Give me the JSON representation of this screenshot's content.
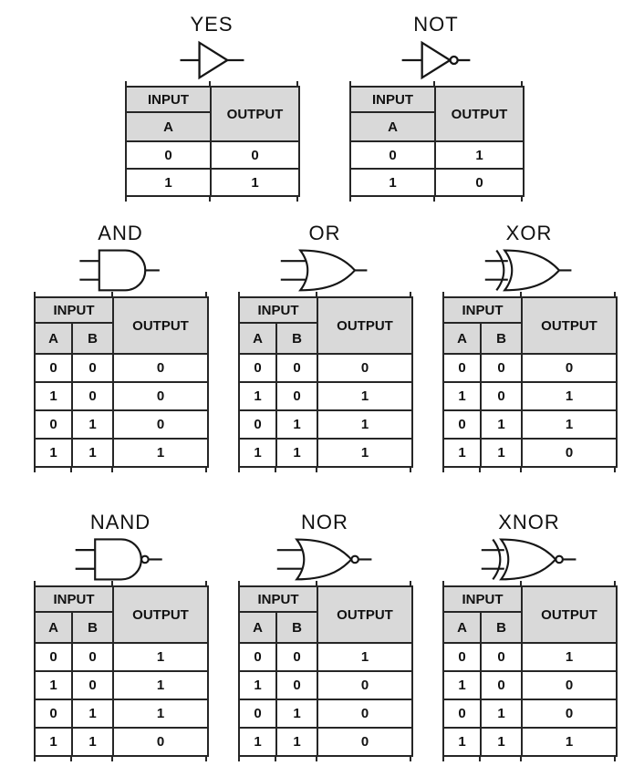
{
  "labels": {
    "input": "INPUT",
    "output": "OUTPUT"
  },
  "colors": {
    "header_bg": "#d9d9d9",
    "border": "#262626",
    "gate_line": "#161616",
    "background": "#ffffff"
  },
  "icons": {
    "yes": "buffer-gate-icon",
    "not": "not-gate-icon",
    "and": "and-gate-icon",
    "or": "or-gate-icon",
    "xor": "xor-gate-icon",
    "nand": "nand-gate-icon",
    "nor": "nor-gate-icon",
    "xnor": "xnor-gate-icon"
  },
  "gates": [
    {
      "name": "YES",
      "columns": [
        "A"
      ],
      "rows": [
        [
          "0",
          "0"
        ],
        [
          "1",
          "1"
        ]
      ]
    },
    {
      "name": "NOT",
      "columns": [
        "A"
      ],
      "rows": [
        [
          "0",
          "1"
        ],
        [
          "1",
          "0"
        ]
      ]
    },
    {
      "name": "AND",
      "columns": [
        "A",
        "B"
      ],
      "rows": [
        [
          "0",
          "0",
          "0"
        ],
        [
          "1",
          "0",
          "0"
        ],
        [
          "0",
          "1",
          "0"
        ],
        [
          "1",
          "1",
          "1"
        ]
      ]
    },
    {
      "name": "OR",
      "columns": [
        "A",
        "B"
      ],
      "rows": [
        [
          "0",
          "0",
          "0"
        ],
        [
          "1",
          "0",
          "1"
        ],
        [
          "0",
          "1",
          "1"
        ],
        [
          "1",
          "1",
          "1"
        ]
      ]
    },
    {
      "name": "XOR",
      "columns": [
        "A",
        "B"
      ],
      "rows": [
        [
          "0",
          "0",
          "0"
        ],
        [
          "1",
          "0",
          "1"
        ],
        [
          "0",
          "1",
          "1"
        ],
        [
          "1",
          "1",
          "0"
        ]
      ]
    },
    {
      "name": "NAND",
      "columns": [
        "A",
        "B"
      ],
      "rows": [
        [
          "0",
          "0",
          "1"
        ],
        [
          "1",
          "0",
          "1"
        ],
        [
          "0",
          "1",
          "1"
        ],
        [
          "1",
          "1",
          "0"
        ]
      ]
    },
    {
      "name": "NOR",
      "columns": [
        "A",
        "B"
      ],
      "rows": [
        [
          "0",
          "0",
          "1"
        ],
        [
          "1",
          "0",
          "0"
        ],
        [
          "0",
          "1",
          "0"
        ],
        [
          "1",
          "1",
          "0"
        ]
      ]
    },
    {
      "name": "XNOR",
      "columns": [
        "A",
        "B"
      ],
      "rows": [
        [
          "0",
          "0",
          "1"
        ],
        [
          "1",
          "0",
          "0"
        ],
        [
          "0",
          "1",
          "0"
        ],
        [
          "1",
          "1",
          "1"
        ]
      ]
    }
  ]
}
